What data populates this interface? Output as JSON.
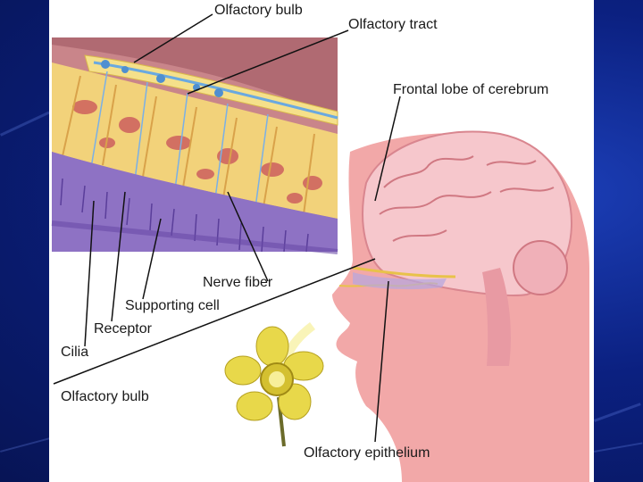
{
  "labels": {
    "olfactory_bulb_top": "Olfactory bulb",
    "olfactory_tract": "Olfactory tract",
    "frontal_lobe": "Frontal lobe of cerebrum",
    "nerve_fiber": "Nerve fiber",
    "supporting_cell": "Supporting cell",
    "receptor": "Receptor",
    "cilia": "Cilia",
    "olfactory_bulb_bottom": "Olfactory bulb",
    "olfactory_epithelium": "Olfactory epithelium"
  },
  "colors": {
    "slide_background": "#0b2080",
    "skin": "#f2a8a8",
    "brain": "#f6c7cc",
    "tissue_yellow": "#f2d27a",
    "receptor_purple": "#8e72c4",
    "nerve_blue": "#6aa9e0",
    "flower_yellow": "#e8d84a"
  }
}
